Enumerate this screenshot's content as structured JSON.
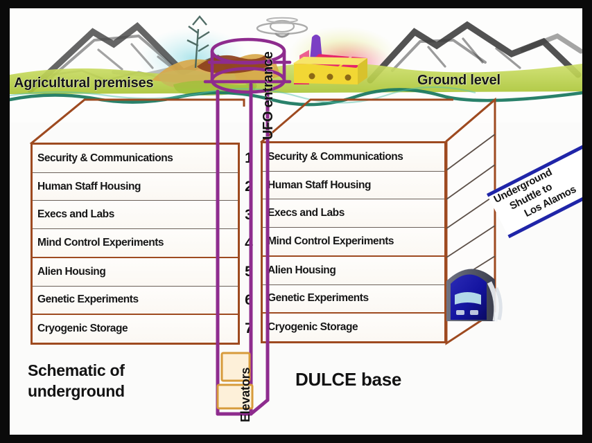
{
  "figure": {
    "title": "DULCE base underground schematic",
    "captions": {
      "left_line1": "Schematic of",
      "left_line2": "underground",
      "right": "DULCE base"
    }
  },
  "surface": {
    "agricultural_label": "Agricultural premises",
    "ground_label": "Ground level",
    "ufo_entrance_label": "UFO entrance",
    "icons": [
      "mountain-icon",
      "ufo-icon",
      "farm-icon",
      "factory-icon",
      "tree-icon"
    ]
  },
  "elevators": {
    "label": "Elevators"
  },
  "shuttle": {
    "line1": "Underground",
    "line2": "Shuttle to",
    "line3": "Los Alamos",
    "full_label": "Underground Shuttle to Los Alamos",
    "vehicle_icon": "shuttle-train-icon"
  },
  "levels": {
    "numbers": [
      "1",
      "2",
      "3",
      "4",
      "5",
      "6",
      "7"
    ],
    "names": [
      "Security & Communications",
      "Human Staff Housing",
      "Execs and Labs",
      "Mind Control Experiments",
      "Alien Housing",
      "Genetic Experiments",
      "Cryogenic Storage"
    ]
  },
  "colors": {
    "box_outline": "#9e4a20",
    "box_fill": "#fdfbf7",
    "shaft_purple": "#8e2c8e",
    "shuttle_blue": "#1f25a8",
    "ground_line_green": "#1e7a62",
    "grass_green": "#b8cf3e",
    "frame_black": "#0a0a0a",
    "page_background": "#fbfbfa"
  }
}
